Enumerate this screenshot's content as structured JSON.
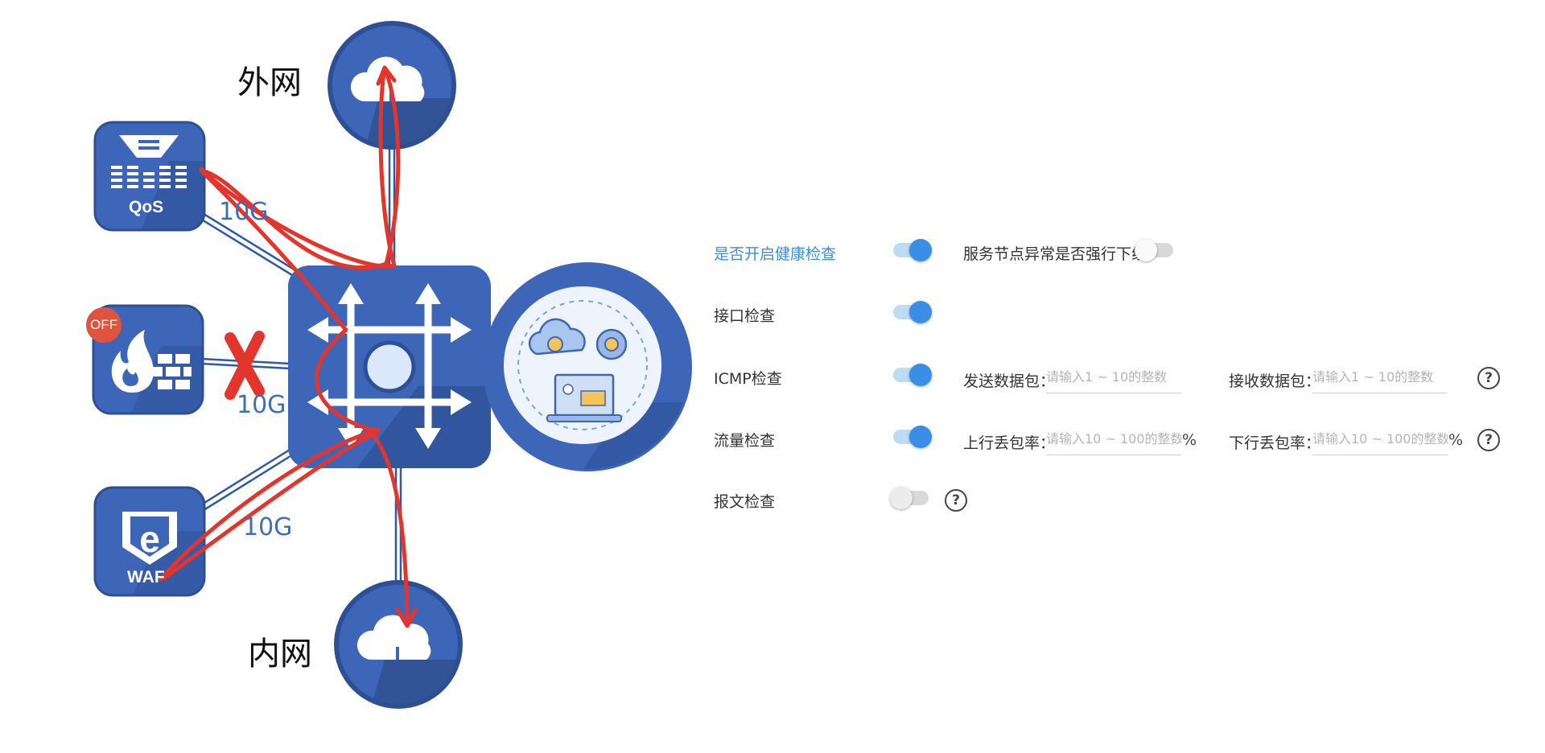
{
  "diagram": {
    "external_label": "外网",
    "internal_label": "内网",
    "qos_label": "QoS",
    "waf_label": "WAF",
    "off_badge": "OFF",
    "link_labels": [
      "10G",
      "10G",
      "10G"
    ],
    "colors": {
      "primary": "#3d66b8",
      "dark": "#2d4f96",
      "accent_red": "#e3352b",
      "link_line": "#2f58a5"
    }
  },
  "settings": {
    "health_check_label": "是否开启健康检查",
    "health_check_on": true,
    "force_offline_label": "服务节点异常是否强行下线",
    "force_offline_on": false,
    "port_check_label": "接口检查",
    "port_check_on": true,
    "icmp_check_label": "ICMP检查",
    "icmp_check_on": true,
    "send_packets_label": "发送数据包：",
    "send_packets_placeholder": "请输入1 ~ 10的整数",
    "recv_packets_label": "接收数据包：",
    "recv_packets_placeholder": "请输入1 ~ 10的整数",
    "traffic_check_label": "流量检查",
    "traffic_check_on": true,
    "up_loss_label": "上行丢包率：",
    "up_loss_placeholder": "请输入10 ~ 100的整数",
    "down_loss_label": "下行丢包率：",
    "down_loss_placeholder": "请输入10 ~ 100的整数",
    "percent_unit": "%",
    "packet_check_label": "报文检查",
    "packet_check_on": false,
    "help_symbol": "?",
    "accent_color": "#3a8ee6"
  }
}
